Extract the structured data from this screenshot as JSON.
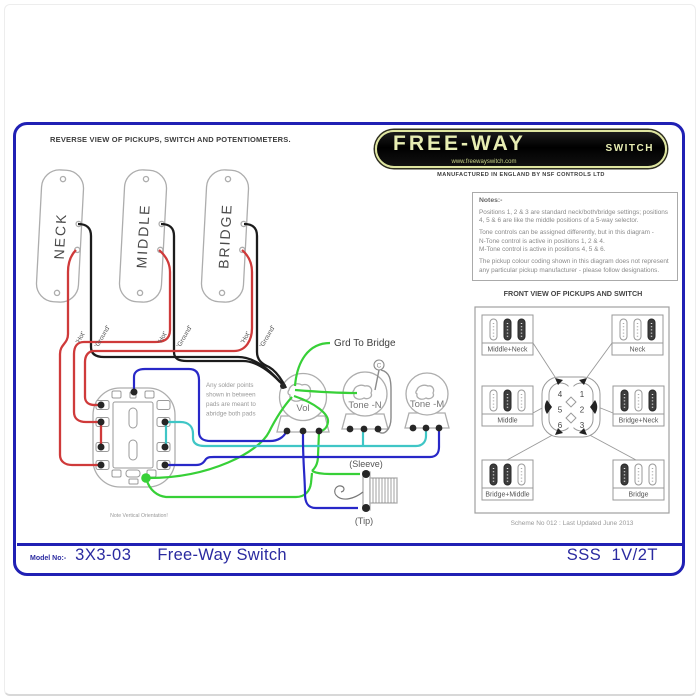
{
  "page": {
    "reverse_view_title": "REVERSE VIEW OF PICKUPS, SWITCH AND POTENTIOMETERS."
  },
  "logo": {
    "brand": "FREE-WAY",
    "brand_sub": "SWITCH",
    "website": "www.freewayswitch.com",
    "manufactured": "MANUFACTURED IN ENGLAND BY NSF CONTROLS LTD"
  },
  "notes": {
    "title": "Notes:-",
    "para1": "Positions 1, 2 & 3 are standard neck/both/bridge settings; positions 4, 5 & 6 are like the middle positions of a 5-way selector.",
    "para2": "Tone controls can be assigned differently, but in this diagram -",
    "para3": "N-Tone control is active in positions  1, 2 & 4.",
    "para4": "M-Tone control is active in positions  4, 5 & 6.",
    "para5": "The pickup colour coding shown in this diagram does not represent any particular pickup manufacturer - please follow designations."
  },
  "front_view": {
    "title": "FRONT VIEW OF PICKUPS AND SWITCH",
    "scheme_note": "Scheme No 012 : Last Updated June 2013",
    "positions": [
      {
        "label": "Middle+Neck",
        "number": "4",
        "bars": "011"
      },
      {
        "label": "Neck",
        "number": "1",
        "bars": "001"
      },
      {
        "label": "Middle",
        "number": "5",
        "bars": "010"
      },
      {
        "label": "Bridge+Neck",
        "number": "2",
        "bars": "101"
      },
      {
        "label": "Bridge+Middle",
        "number": "6",
        "bars": "110"
      },
      {
        "label": "Bridge",
        "number": "3",
        "bars": "100"
      }
    ]
  },
  "diagram": {
    "pickups": [
      {
        "name": "NECK"
      },
      {
        "name": "MIDDLE"
      },
      {
        "name": "BRIDGE"
      }
    ],
    "hot_label": "'Hot'",
    "ground_label": "'Ground'",
    "pots": {
      "volume": "Vol",
      "tone_n": "Tone -N",
      "tone_m": "Tone -M"
    },
    "grd_to_bridge_label": "Grd To Bridge",
    "capacitor_label": "C",
    "solder_note_lines": [
      "Any solder points",
      "shown in between",
      "pads are meant to",
      "abridge both pads"
    ],
    "orientation_note": "Note Vertical Orientation!",
    "sleeve_label": "(Sleeve)",
    "tip_label": "(Tip)"
  },
  "footer": {
    "model_no_label": "Model No:-",
    "model_no": "3X3-03",
    "product_name": "Free-Way Switch",
    "configuration": "SSS  1V/2T"
  },
  "colors": {
    "frame_blue": "#2020b4",
    "footer_text": "#2a2aa0",
    "wire_hot": "#cf3a3a",
    "wire_ground": "#1c1c1c",
    "wire_green": "#37d037",
    "wire_cyan": "#3fc6c6",
    "wire_blue": "#2828c8",
    "wire_grey": "#8a8a8a",
    "outline_grey": "#adadad"
  }
}
